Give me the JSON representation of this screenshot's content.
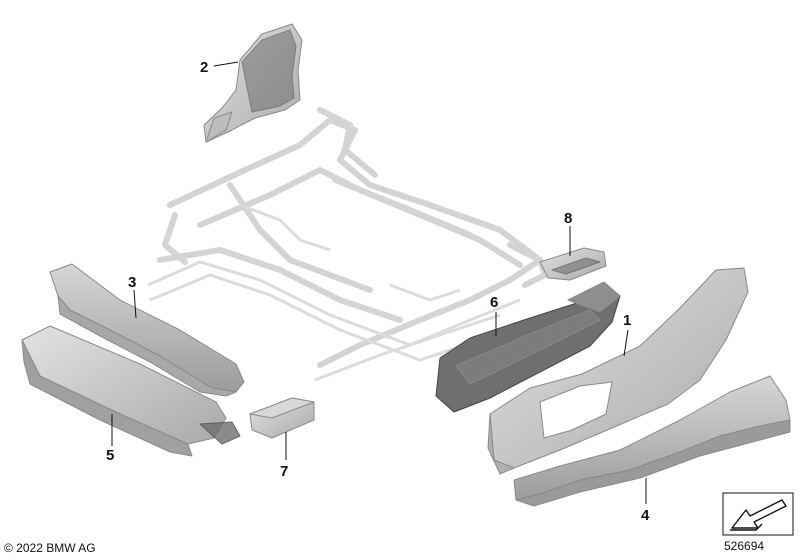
{
  "parts": [
    {
      "id": "1",
      "label": "1"
    },
    {
      "id": "2",
      "label": "2"
    },
    {
      "id": "3",
      "label": "3"
    },
    {
      "id": "4",
      "label": "4"
    },
    {
      "id": "5",
      "label": "5"
    },
    {
      "id": "6",
      "label": "6"
    },
    {
      "id": "7",
      "label": "7"
    },
    {
      "id": "8",
      "label": "8"
    }
  ],
  "footer": {
    "copyright": "© 2022 BMW AG",
    "diagram_number": "526694"
  },
  "icons": {
    "navigation": "arrow-navigation-icon"
  },
  "colors": {
    "part_fill": "#c9c9c9",
    "frame_ghost": "#d4d4d4",
    "label": "#111111"
  }
}
